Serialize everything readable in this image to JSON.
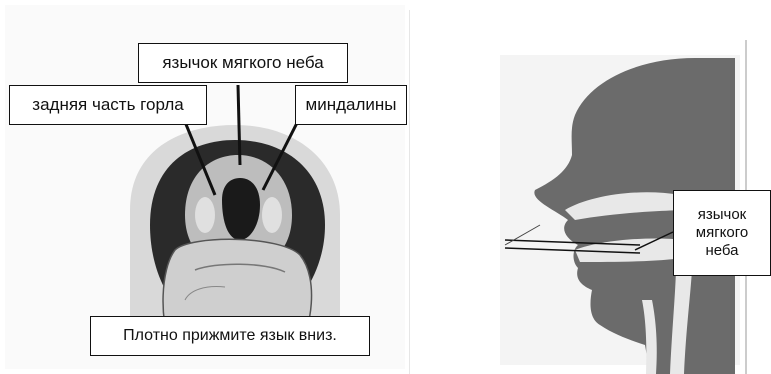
{
  "left_figure": {
    "labels": {
      "throat_back": "задняя часть горла",
      "uvula": "язычок мягкого неба",
      "tonsils": "миндалины",
      "instruction": "Плотно прижмите язык вниз."
    }
  },
  "right_figure": {
    "labels": {
      "uvula": "язычок мягкого неба"
    }
  },
  "colors": {
    "outline": "#111111",
    "profile_fill": "#6b6b6b",
    "background": "#ffffff"
  }
}
